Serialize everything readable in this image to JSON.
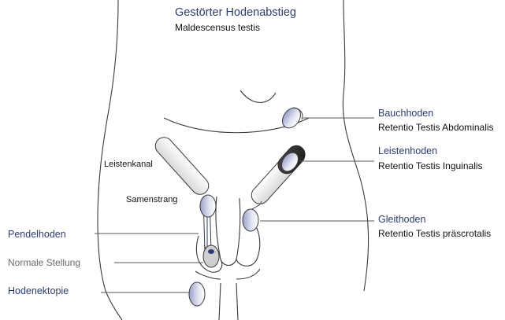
{
  "title": "Gestörter Hodenabstieg",
  "subtitle": "Maldescensus testis",
  "labels": {
    "bauchhoden": "Bauchhoden",
    "bauchhoden_latin": "Retentio Testis Abdominalis",
    "leistenhoden": "Leistenhoden",
    "leistenhoden_latin": "Retentio Testis Inguinalis",
    "gleithoden": "Gleithoden",
    "gleithoden_latin": "Retentio Testis präscrotalis",
    "pendelhoden": "Pendelhoden",
    "normale_stellung": "Normale Stellung",
    "hodenektopie": "Hodenektopie",
    "leistenkanal": "Leistenkanal",
    "samenstrang": "Samenstrang"
  },
  "colors": {
    "accent_label": "#2e3a72",
    "outline": "#3a3a3a",
    "testis_fill": "#e8eaf4",
    "leader_line": "#555555"
  }
}
